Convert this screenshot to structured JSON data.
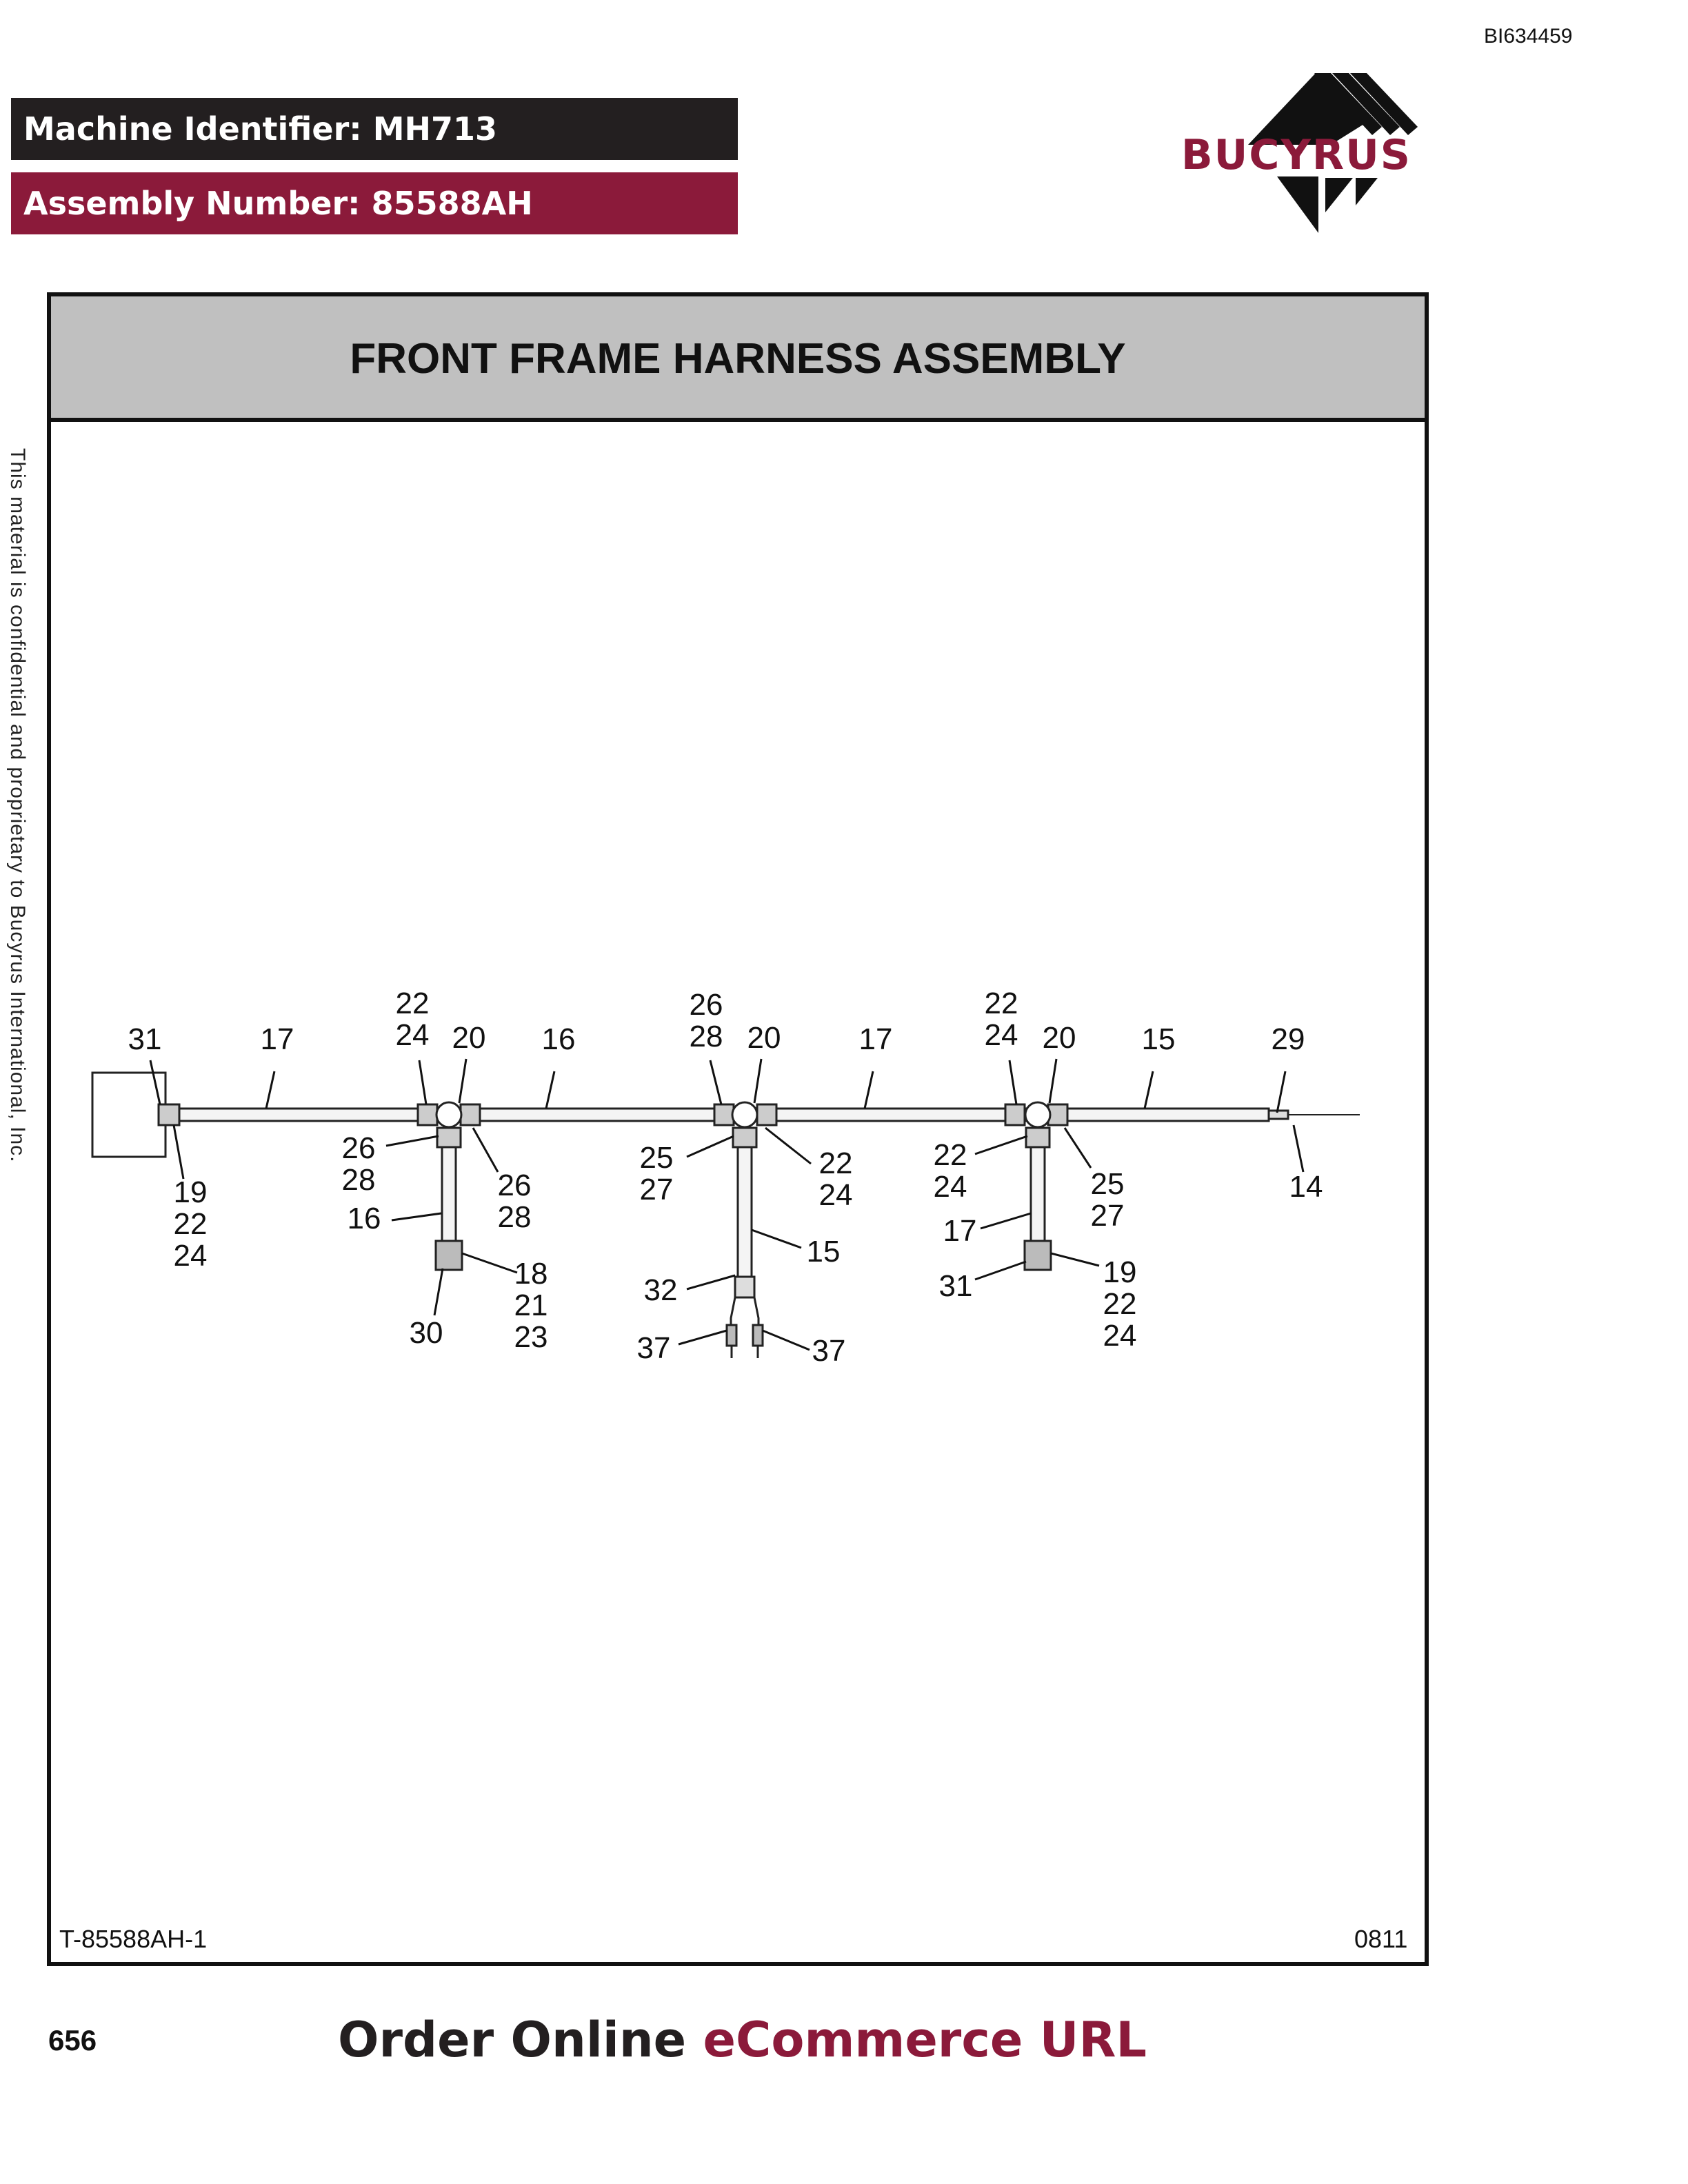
{
  "document_id": "BI634459",
  "header": {
    "machine_identifier": "Machine Identifier: MH713",
    "assembly_number": "Assembly Number: 85588AH"
  },
  "logo": {
    "brand": "BUCYRUS",
    "color": "#8b1a3a",
    "icon": "bucyrus-pyramid-logo"
  },
  "side_note": "This material is confidential and proprietary to Bucyrus International, Inc.",
  "title": "FRONT FRAME HARNESS ASSEMBLY",
  "diagram": {
    "callouts": {
      "c31_left": "31",
      "c17_left": "17",
      "c22_a": "22",
      "c24_a": "24",
      "c20_a": "20",
      "c16_top": "16",
      "c26_top": "26",
      "c28_top": "28",
      "c20_b": "20",
      "c17_mid": "17",
      "c22_b": "22",
      "c24_b": "24",
      "c20_c": "20",
      "c15_top": "15",
      "c29": "29",
      "c14": "14",
      "c19_a": "19",
      "c22_c": "22",
      "c24_c": "24",
      "c26_b": "26",
      "c28_b": "28",
      "c16_b": "16",
      "c26_c": "26",
      "c28_c": "28",
      "c18": "18",
      "c21": "21",
      "c23": "23",
      "c30": "30",
      "c25_a": "25",
      "c27_a": "27",
      "c22_d": "22",
      "c24_d": "24",
      "c15_b": "15",
      "c32": "32",
      "c37_a": "37",
      "c37_b": "37",
      "c22_e": "22",
      "c24_e": "24",
      "c17_b": "17",
      "c31_b": "31",
      "c25_b": "25",
      "c27_b": "27",
      "c19_b": "19",
      "c22_f": "22",
      "c24_f": "24"
    }
  },
  "footer": {
    "figure_ref": "T-85588AH-1",
    "date_code": "0811",
    "page_number": "656",
    "order_text": "Order Online ",
    "order_accent": "eCommerce URL"
  }
}
